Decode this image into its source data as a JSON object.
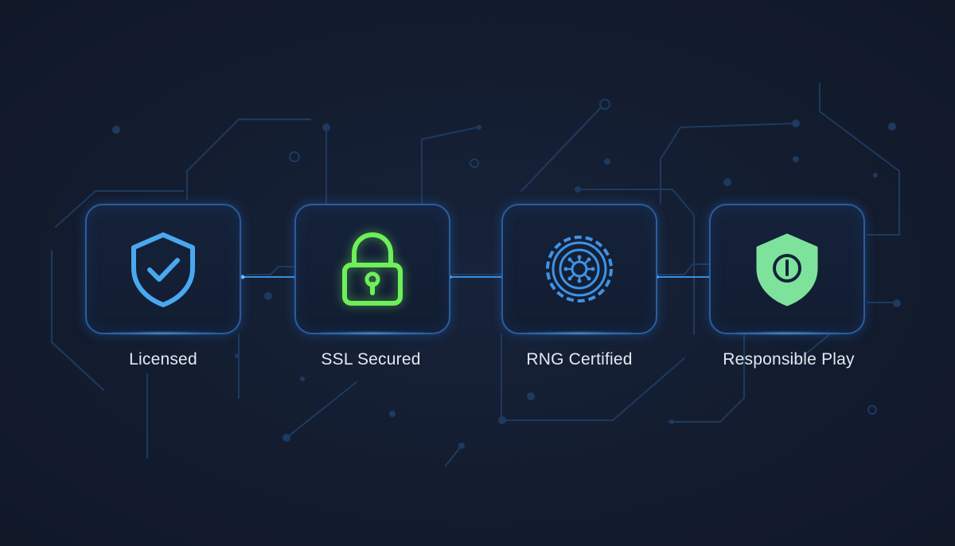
{
  "badges": [
    {
      "label": "Licensed",
      "icon": "shield-check-icon",
      "color": "#4aa8f0"
    },
    {
      "label": "SSL Secured",
      "icon": "padlock-icon",
      "color": "#6df05a"
    },
    {
      "label": "RNG Certified",
      "icon": "gear-chip-icon",
      "color": "#3f93e6"
    },
    {
      "label": "Responsible Play",
      "icon": "shield-power-icon",
      "color": "#7de39c"
    }
  ],
  "colors": {
    "background": "#131c2e",
    "circuit": "#1f3f66",
    "card_border": "#2a5d9e",
    "label_text": "#e4e9f2"
  }
}
